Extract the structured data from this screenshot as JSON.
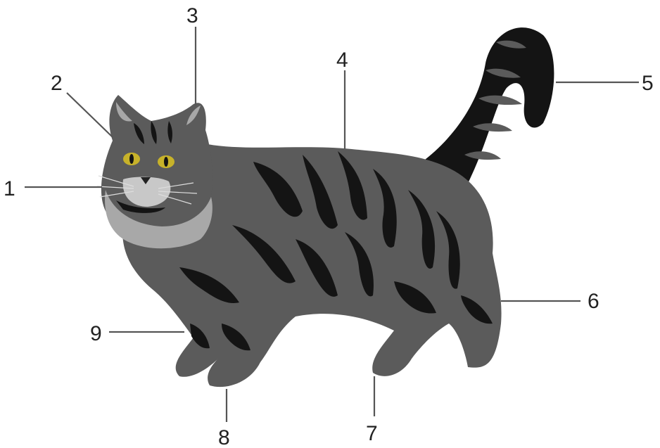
{
  "diagram": {
    "colors": {
      "background": "#ffffff",
      "fur_dark": "#141414",
      "fur_mid": "#5b5b5b",
      "fur_light": "#a8a8a8",
      "eyes": "#c7b22a",
      "leader": "#555555"
    },
    "labels": [
      {
        "id": "1",
        "text": "1"
      },
      {
        "id": "2",
        "text": "2"
      },
      {
        "id": "3",
        "text": "3"
      },
      {
        "id": "4",
        "text": "4"
      },
      {
        "id": "5",
        "text": "5"
      },
      {
        "id": "6",
        "text": "6"
      },
      {
        "id": "7",
        "text": "7"
      },
      {
        "id": "8",
        "text": "8"
      },
      {
        "id": "9",
        "text": "9"
      }
    ]
  }
}
